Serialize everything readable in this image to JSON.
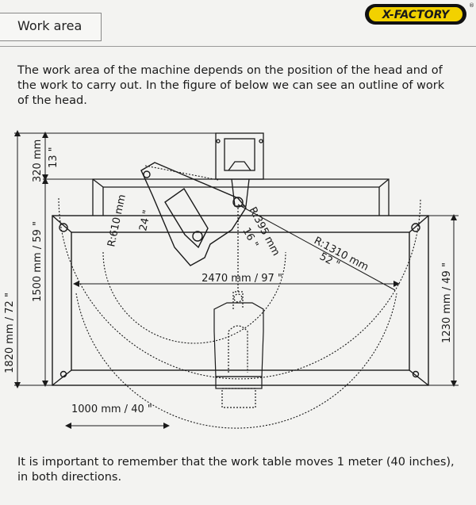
{
  "header": {
    "title": "Work area"
  },
  "logo": {
    "text": "X-FACTORY",
    "reg": "®"
  },
  "intro": {
    "text": "The work area of the machine depends on the position of the head and of the work to carry out. In the figure of below we can see an outline of work of the head."
  },
  "diagram": {
    "dim_320": "320 mm",
    "dim_13": "13 \"",
    "dim_1820": "1820 mm / 72 \"",
    "dim_1500": "1500 mm / 59 \"",
    "dim_1230": "1230 mm / 49 \"",
    "dim_2470": "2470 mm / 97 \"",
    "r610": "R:610 mm",
    "r610_in": "24 \"",
    "r395": "R:395 mm",
    "r395_in": "16 \"",
    "r1310": "R:1310 mm",
    "r1310_in": "52 \"",
    "dim_1000": "1000 mm / 40 \""
  },
  "footer": {
    "text": "It is important to remember that the work table moves 1 meter (40 inches), in both directions."
  }
}
